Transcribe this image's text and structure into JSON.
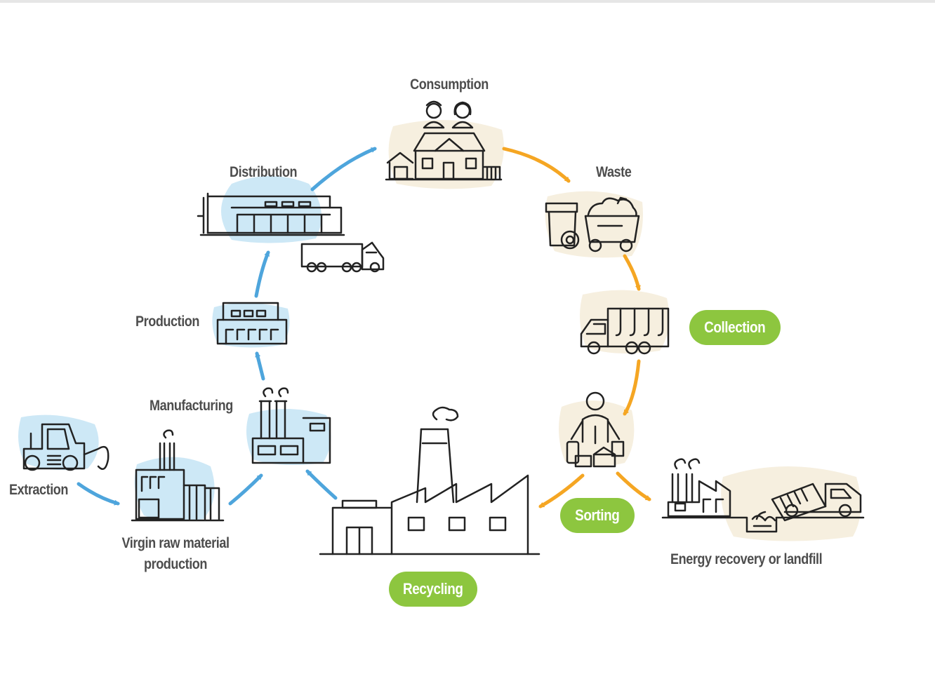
{
  "colors": {
    "blue_arrow": "#4ea5dc",
    "orange_arrow": "#f5a623",
    "pill_green": "#8dc63f",
    "blue_wash": "#cde8f6",
    "beige_wash": "#f6efdf",
    "line": "#222222",
    "label_text": "#4d4d4d"
  },
  "labels": {
    "consumption": "Consumption",
    "distribution": "Distribution",
    "waste": "Waste",
    "production": "Production",
    "manufacturing": "Manufacturing",
    "extraction": "Extraction",
    "virgin_line1": "Virgin raw material",
    "virgin_line2": "production",
    "energy": "Energy recovery or landfill"
  },
  "pills": {
    "collection": "Collection",
    "sorting": "Sorting",
    "recycling": "Recycling"
  },
  "icons": [
    "people-icon",
    "house-icon",
    "warehouse-icon",
    "truck-icon",
    "bins-icon",
    "garbage-truck-icon",
    "sorting-person-icon",
    "factory-icon",
    "production-building-icon",
    "manufacturing-factory-icon",
    "raw-material-plant-icon",
    "bulldozer-icon",
    "recycling-factory-icon",
    "landfill-icon",
    "dump-truck-icon"
  ]
}
